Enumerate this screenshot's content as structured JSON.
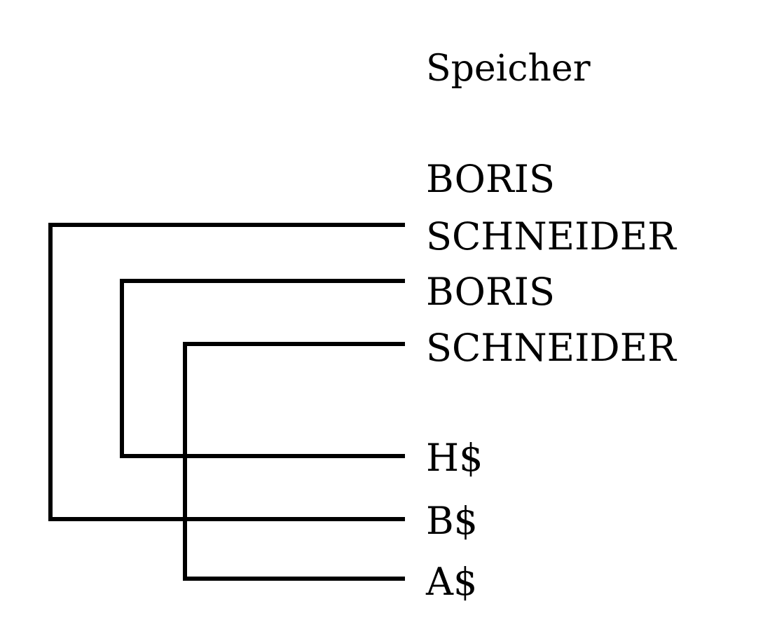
{
  "diagram": {
    "title": "Speicher",
    "memory_cells": [
      "BORIS",
      "SCHNEIDER",
      "BORIS",
      "SCHNEIDER"
    ],
    "variables": [
      "H$",
      "B$",
      "A$"
    ],
    "line_color": "#000000"
  }
}
